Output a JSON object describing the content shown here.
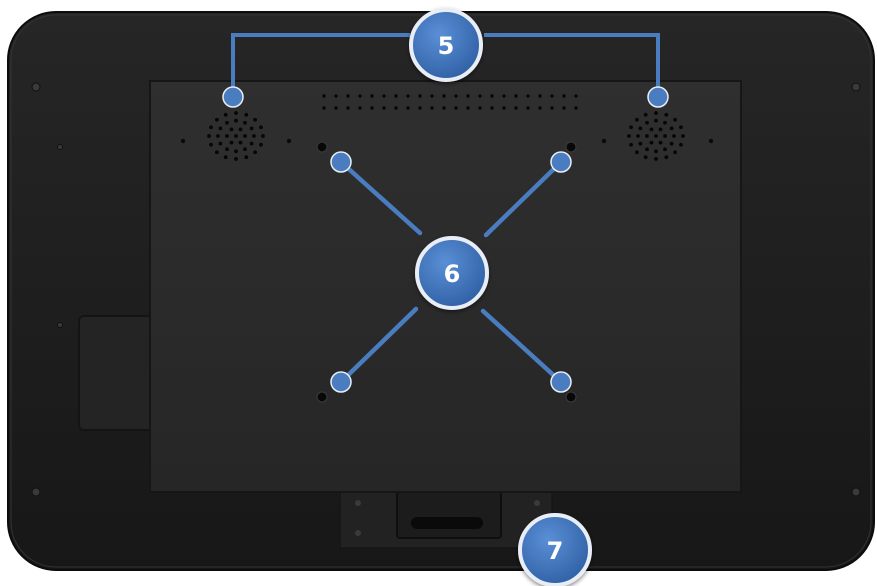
{
  "callouts": [
    {
      "label": "5",
      "target": "speakers"
    },
    {
      "label": "6",
      "target": "vesa-mount-holes"
    },
    {
      "label": "7",
      "target": "bottom-connector-area"
    }
  ],
  "colors": {
    "bezel": "#1f1f1f",
    "panel": "#2a2a2a",
    "callout_fill": "#3d6fb3",
    "callout_ring": "#e9eef6",
    "leader_line": "#4a7cc0"
  }
}
